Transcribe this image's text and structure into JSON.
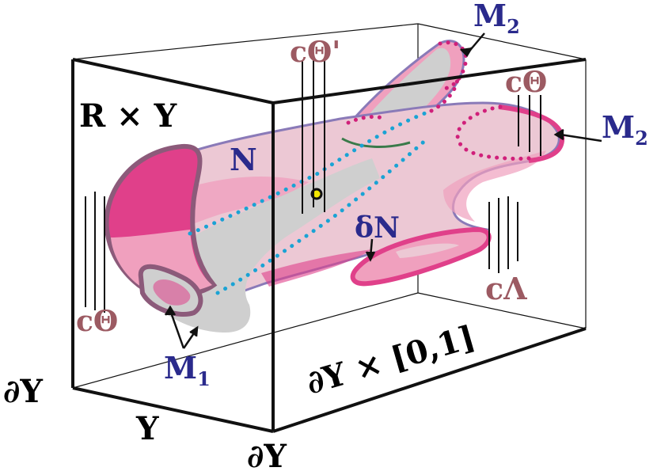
{
  "labels": {
    "RxY": "R × Y",
    "cTheta_prime": "cΘ'",
    "M2_top": "M",
    "M2_top_sub": "2",
    "cTheta_right": "cΘ",
    "M2_right": "M",
    "M2_right_sub": "2",
    "N": "N",
    "deltaN": "δN",
    "cLambda": "cΛ",
    "cTheta_left": "cΘ",
    "M1": "M",
    "M1_sub": "1",
    "dY_left": "∂Y",
    "Y": "Y",
    "dY_bottom": "∂Y",
    "dY_x_01": "∂Y × [0,1]"
  },
  "colors": {
    "frame": "#111111",
    "label_blue": "#2a2a8c",
    "label_brown": "#9c5a62",
    "dotted_blue": "#1aa3d4",
    "dotted_magenta": "#d0207a",
    "pink_light": "#ecc8d4",
    "pink_mid": "#f0a0be",
    "pink_dark": "#e0408a",
    "gray_tube": "#cfcfcf",
    "rim_purple": "#8c5a7a",
    "outline_lavender": "#8a7ab8",
    "green_arc": "#3a7a4a",
    "point_yellow": "#f2e600"
  }
}
